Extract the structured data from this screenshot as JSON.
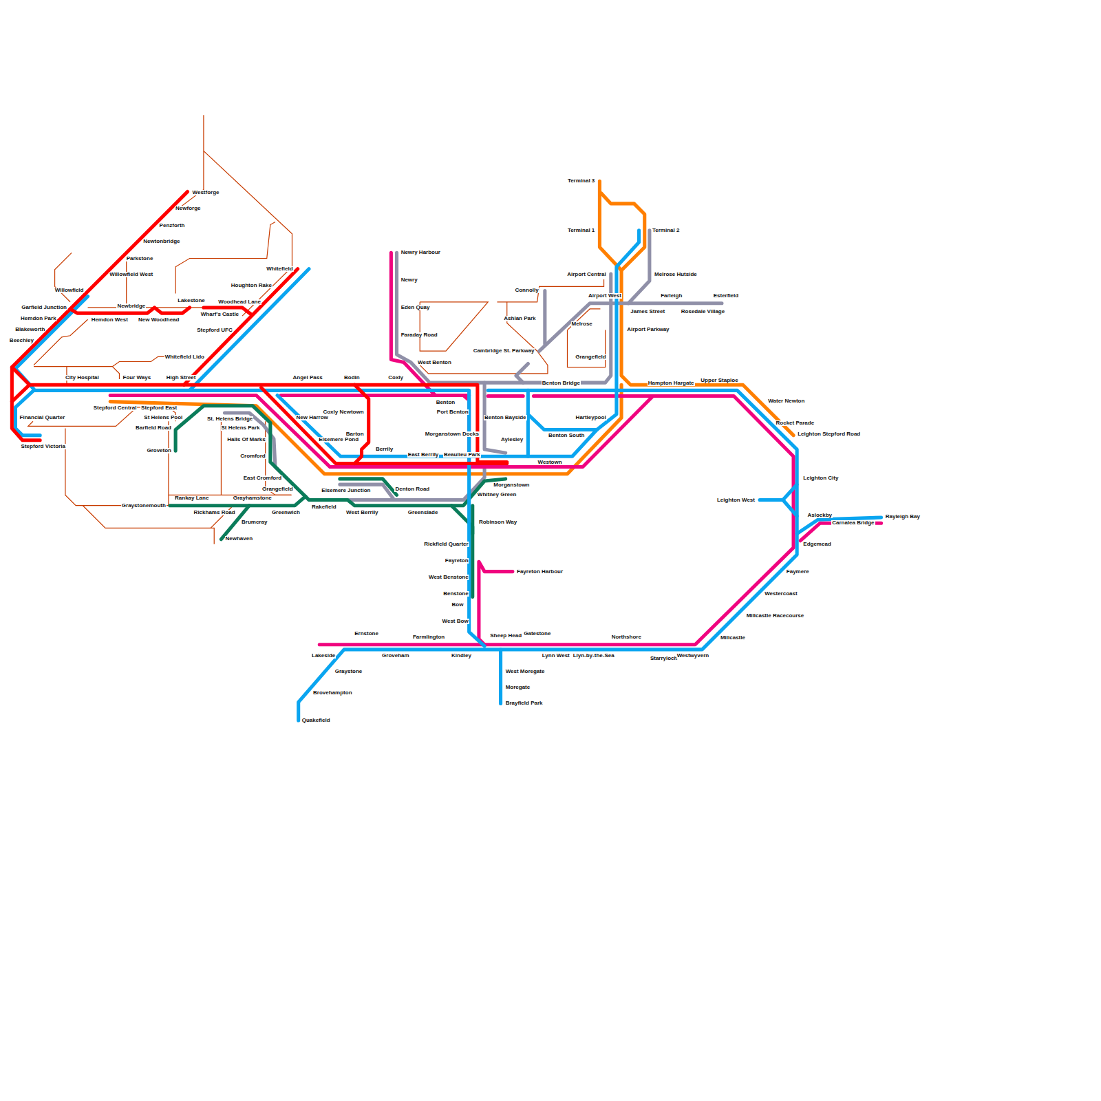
{
  "diagram": {
    "labels": [
      "Westforge",
      "Newforge",
      "Penzforth",
      "Newtonbridge",
      "Parkstone",
      "Willowfield West",
      "Willowfield",
      "Garfield Junction",
      "Hemdon Park",
      "Blakeworth",
      "Beechley",
      "Newbridge",
      "Hemdon West",
      "New Woodhead",
      "Lakestone",
      "Wharf's Castle",
      "Woodhead Lane",
      "Houghton Rake",
      "Whitefield",
      "Stepford UFC",
      "Whitefield Lido",
      "City Hospital",
      "Four Ways",
      "High Street",
      "Angel Pass",
      "Bodin",
      "Coxly",
      "Stepford Central",
      "Stepford East",
      "Financial Quarter",
      "Stepford Victoria",
      "St Helens Pool",
      "Barfield Road",
      "Groveton",
      "St. Helens Bridge",
      "St Helens Park",
      "Halls Of Marks",
      "Cromford",
      "East Cromford",
      "Grangefield",
      "Elsemere Junction",
      "Denton Road",
      "Rakefield",
      "West Berrily",
      "Greenslade",
      "Whitney Green",
      "Morganstown",
      "Robinson Way",
      "Rickfield Quarter",
      "Fayreton",
      "Fayreton Harbour",
      "West Benstone",
      "Benstone",
      "Bow",
      "West Bow",
      "Sheep Head",
      "Gatestone",
      "Ernstone",
      "Farmlington",
      "Northshore",
      "Lakeside",
      "Groveham",
      "Kindley",
      "Lynn West",
      "Llyn-by-the-Sea",
      "Starryloch",
      "Westwyvern",
      "Graystone",
      "Brovehampton",
      "Quakefield",
      "West Moregate",
      "Moregate",
      "Brayfield Park",
      "Graystonemouth",
      "Rankay Lane",
      "Rickhams Road",
      "Grayhamstone",
      "Greenwich",
      "Brumcray",
      "Newhaven",
      "New Harrow",
      "Elsemere Pond",
      "Coxly Newtown",
      "Barton",
      "Berrily",
      "East Berrily",
      "Beaulieu Park",
      "Benton",
      "West Benton",
      "Newry Harbour",
      "Newry",
      "Eden Quay",
      "Faraday Road",
      "Port Benton",
      "Morganstown Docks",
      "Benton Bayside",
      "Aylesley",
      "Westown",
      "Benton South",
      "Hartleypool",
      "Benton Bridge",
      "Cambridge St. Parkway",
      "Ashlan Park",
      "Connolly",
      "Melrose",
      "Grangefield",
      "Airport Central",
      "Airport West",
      "Airport Parkway",
      "Terminal 3",
      "Terminal 1",
      "Terminal 2",
      "Melrose Hutside",
      "James Street",
      "Farleigh",
      "Rosedale Village",
      "Esterfield",
      "Hampton Hargate",
      "Upper Staploe",
      "Water Newton",
      "Rocket Parade",
      "Leighton Stepford Road",
      "Leighton City",
      "Leighton West",
      "Aslockby",
      "Carnalea Bridge",
      "Rayleigh Bay",
      "Edgemead",
      "Faymere",
      "Westercoast",
      "Millcastle Racecourse",
      "Millcastle"
    ]
  }
}
